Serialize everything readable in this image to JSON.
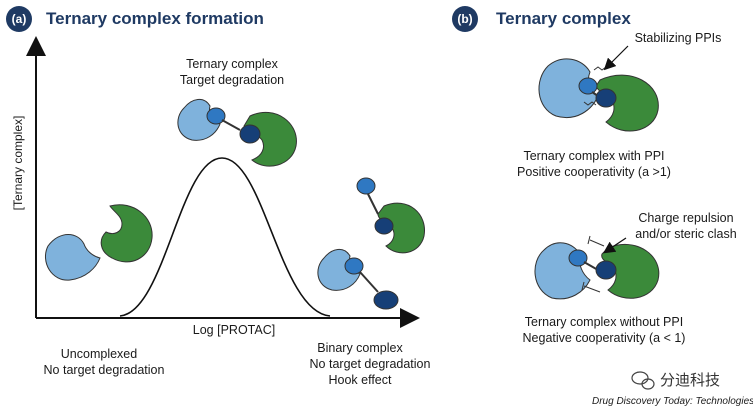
{
  "panel_a": {
    "badge": "(a)",
    "title": "Ternary complex formation",
    "y_axis_label": "[Ternary complex]",
    "x_axis_label": "Log [PROTAC]",
    "peak_label_1": "Ternary complex",
    "peak_label_2": "Target degradation",
    "left_label_1": "Uncomplexed",
    "left_label_2": "No target degradation",
    "right_label_1": "Binary complex",
    "right_label_2": "No target degradation",
    "right_label_3": "Hook effect"
  },
  "panel_b": {
    "badge": "(b)",
    "title": "Ternary complex",
    "top_callout": "Stabilizing PPIs",
    "top_caption_1": "Ternary complex with PPI",
    "top_caption_2": "Positive cooperativity (a >1)",
    "bottom_callout_1": "Charge repulsion",
    "bottom_callout_2": "and/or steric clash",
    "bottom_caption_1": "Ternary complex without PPI",
    "bottom_caption_2": "Negative cooperativity (a < 1)"
  },
  "watermark": "分迪科技",
  "source": "Drug Discovery Today: Technologies",
  "colors": {
    "title_blue": "#1f3a63",
    "light_blue": "#7fb2dc",
    "mid_blue": "#2f78c2",
    "dark_blue": "#163f77",
    "green": "#3b8a3a"
  }
}
